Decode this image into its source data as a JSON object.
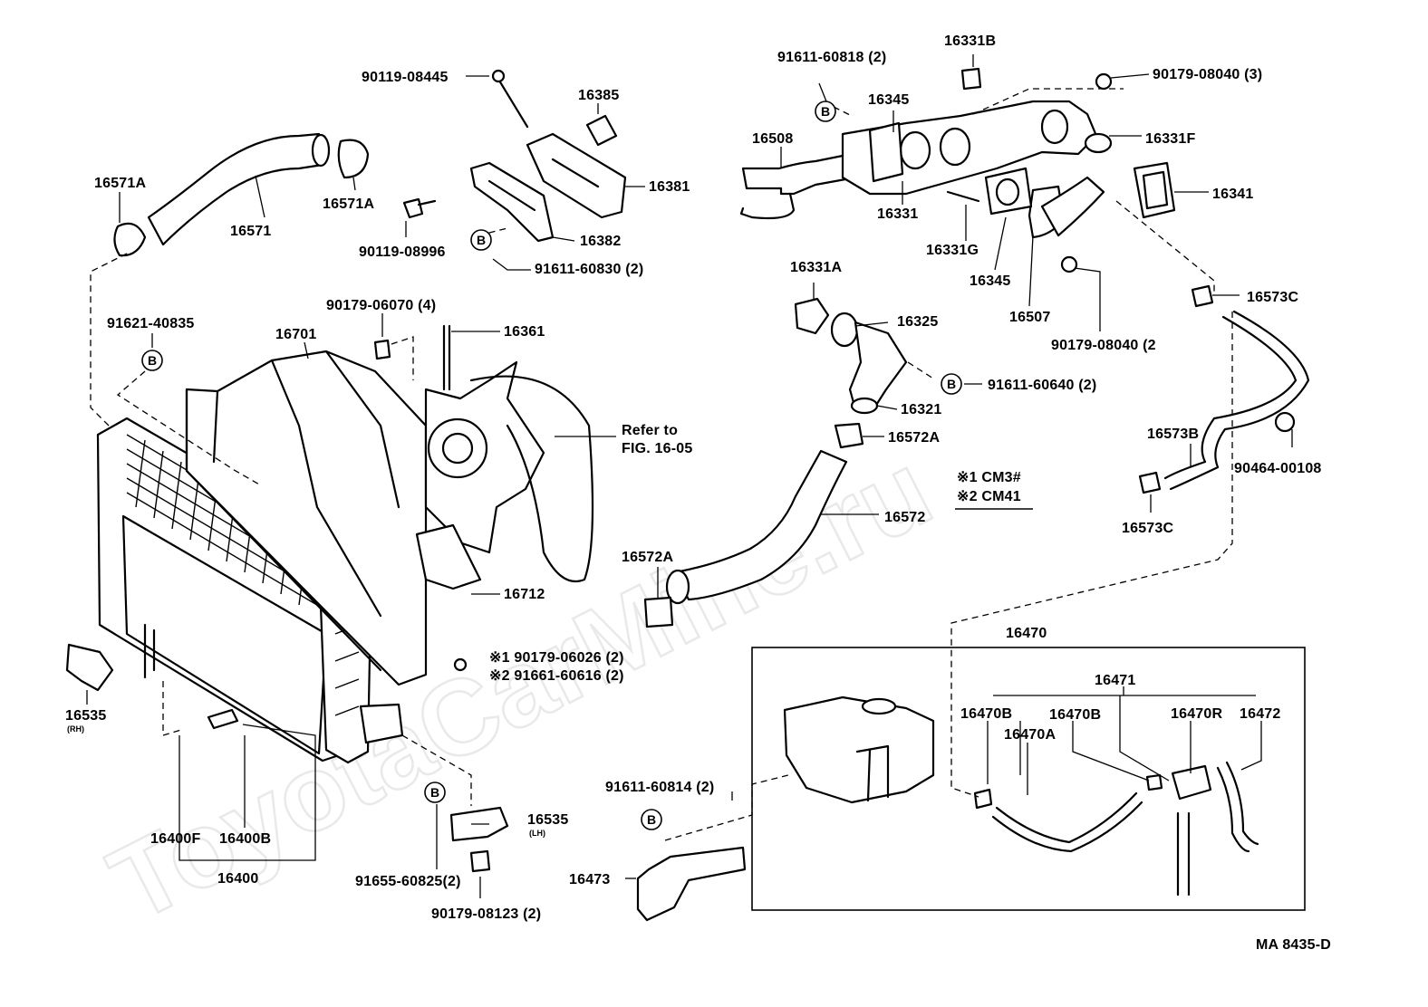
{
  "watermark": "ToyotaCarMine.ru",
  "figure_code": "MA 8435-D",
  "refer_note": {
    "line1": "Refer to",
    "line2": "FIG. 16-05"
  },
  "notes": {
    "n1": "※1 CM3#",
    "n2": "※2 CM41"
  },
  "bolt_marker": "B",
  "box_label": "16470",
  "labels": {
    "p90119_08445": "90119-08445",
    "p16385": "16385",
    "p16381": "16381",
    "p16382": "16382",
    "p91611_60830": "91611-60830 (2)",
    "p16571A_l": "16571A",
    "p16571A_r": "16571A",
    "p16571": "16571",
    "p90119_08996": "90119-08996",
    "p91621_40835": "91621-40835",
    "p90179_06070": "90179-06070 (4)",
    "p16701": "16701",
    "p16361": "16361",
    "p16712": "16712",
    "p90179_06026": "※1  90179-06026 (2)",
    "p91661_60616": "※2  91661-60616 (2)",
    "p16535_rh": "16535",
    "rh": "(RH)",
    "p16535_lh": "16535",
    "lh": "(LH)",
    "p16400F": "16400F",
    "p16400B": "16400B",
    "p16400": "16400",
    "p91655_60825": "91655-60825(2)",
    "p90179_08123": "90179-08123 (2)",
    "p91611_60818": "91611-60818 (2)",
    "p16331B": "16331B",
    "p90179_08040_3": "90179-08040 (3)",
    "p16345_t": "16345",
    "p16508": "16508",
    "p16331F": "16331F",
    "p16341": "16341",
    "p16331": "16331",
    "p16331G": "16331G",
    "p16345_b": "16345",
    "p16507": "16507",
    "p90179_08040_2": "90179-08040 (2",
    "p16573C_t": "16573C",
    "p16331A": "16331A",
    "p16325": "16325",
    "p91611_60640": "91611-60640 (2)",
    "p16321": "16321",
    "p16572A_r": "16572A",
    "p16572": "16572",
    "p16572A_l": "16572A",
    "p16573B": "16573B",
    "p90464_00108": "90464-00108",
    "p16573C_b": "16573C",
    "p16471": "16471",
    "p16470B_l": "16470B",
    "p16470B_r": "16470B",
    "p16470R": "16470R",
    "p16472": "16472",
    "p16470A": "16470A",
    "p91611_60814": "91611-60814 (2)",
    "p16473": "16473"
  }
}
